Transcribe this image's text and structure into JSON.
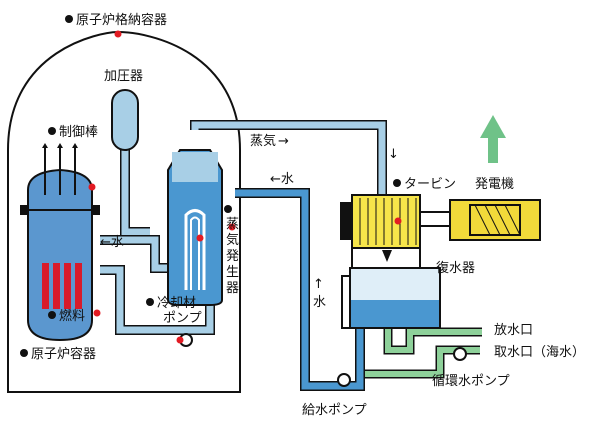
{
  "labels": {
    "containment": "原子炉格納容器",
    "pressurizer": "加圧器",
    "control_rods": "制御棒",
    "steam": "蒸気",
    "turbine": "タービン",
    "generator": "発電機",
    "water_to_sg": "←水",
    "water_to_core": "←水",
    "steam_generator_chars": [
      "蒸",
      "気",
      "発",
      "生",
      "器"
    ],
    "coolant_pump_line1": "冷却材",
    "coolant_pump_line2": "ポンプ",
    "fuel": "燃料",
    "reactor_vessel": "原子炉容器",
    "condenser": "復水器",
    "water_up_arrow": "↑",
    "water_up_char": "水",
    "outlet": "放水口",
    "intake": "取水口（海水）",
    "circ_pump": "循環水ポンプ",
    "feed_pump": "給水ポンプ",
    "steam_down_arrow": "↓"
  },
  "colors": {
    "outline": "#111111",
    "primary_loop": "#a8cfe6",
    "steam_vessel": "#4a97d0",
    "steam_vessel_light": "#a8cfe6",
    "cooling_loop": "#8ed19a",
    "turbine_yellow": "#f6e54a",
    "generator_yellow": "#f2da3a",
    "fuel_red": "#d81b2a",
    "core_blue": "#5b97cf",
    "pump_red": "#e21b23",
    "power_arrow": "#6fc288"
  }
}
